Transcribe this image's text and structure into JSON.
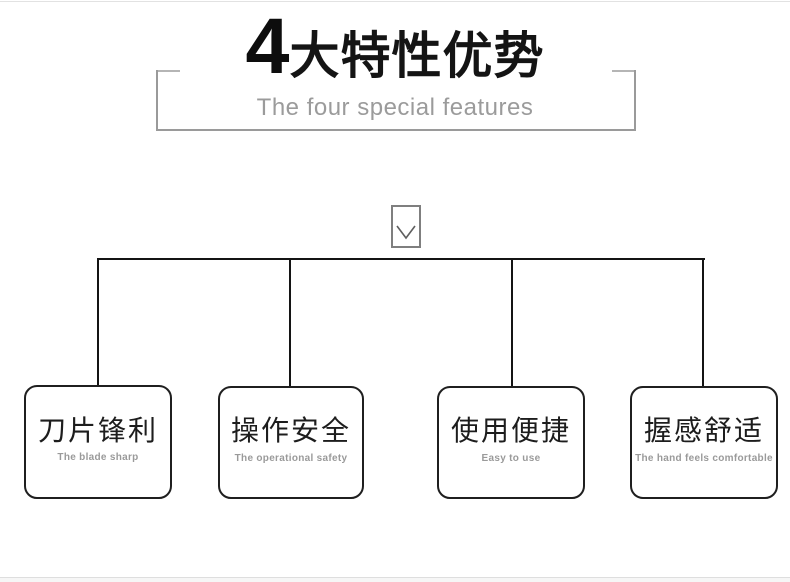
{
  "header": {
    "title_number": "4",
    "title_text": "大特性优势",
    "subtitle": "The four special features"
  },
  "connector": {
    "icon": "chevron-down"
  },
  "features": [
    {
      "cn": "刀片锋利",
      "en": "The blade sharp"
    },
    {
      "cn": "操作安全",
      "en": "The operational safety"
    },
    {
      "cn": "使用便捷",
      "en": "Easy to use"
    },
    {
      "cn": "握感舒适",
      "en": "The hand feels comfortable"
    }
  ],
  "colors": {
    "tree_line": "#141414",
    "box_border": "#1f1f1f",
    "title_frame_gray": "#9a9a9a",
    "title_dark": "#0d0d0d",
    "subtitle_gray": "#9b9b9b",
    "feature_en_gray": "#9a9a9a",
    "divider_gray": "#e2e2e2"
  }
}
